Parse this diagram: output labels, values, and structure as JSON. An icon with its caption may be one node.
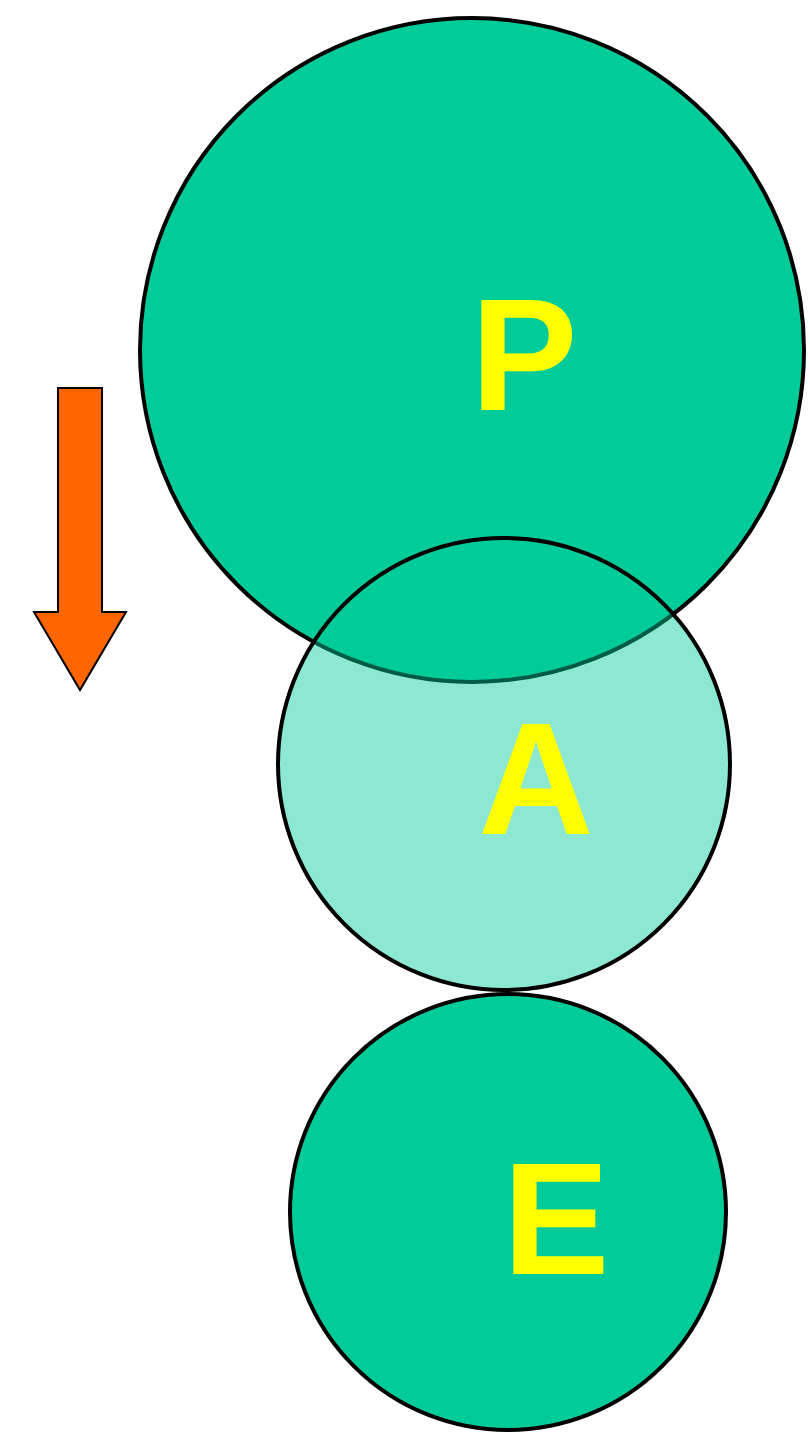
{
  "diagram": {
    "nodes": [
      {
        "text": [
          "P"
        ]
      },
      {
        "text": [
          "A"
        ]
      },
      {
        "text": [
          "E"
        ]
      }
    ]
  }
}
